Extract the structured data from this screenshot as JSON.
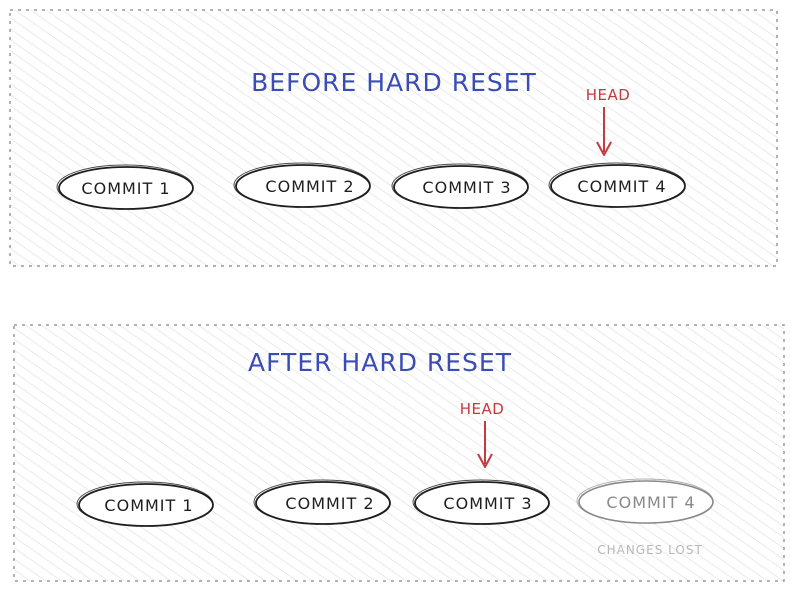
{
  "colors": {
    "title": "#3b4cb5",
    "head": "#c33a3f",
    "outline": "#1e1e1e",
    "lost": "#8a8a8a",
    "note": "#b8b8b8",
    "frame": "#9a9a9a",
    "hatch": "#d8d8d8"
  },
  "before": {
    "title": "BEFORE HARD RESET",
    "head_label": "HEAD",
    "commits": [
      "COMMIT 1",
      "COMMIT 2",
      "COMMIT 3",
      "COMMIT 4"
    ]
  },
  "after": {
    "title": "AFTER HARD RESET",
    "head_label": "HEAD",
    "commits": [
      "COMMIT 1",
      "COMMIT 2",
      "COMMIT 3",
      "COMMIT 4"
    ],
    "lost_note": "CHANGES LOST"
  }
}
